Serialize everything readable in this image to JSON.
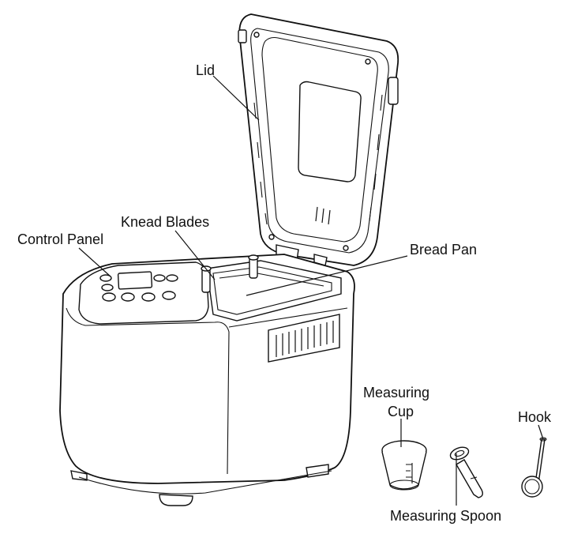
{
  "labels": {
    "lid": "Lid",
    "knead_blades": "Knead Blades",
    "control_panel": "Control Panel",
    "bread_pan": "Bread Pan",
    "measuring_cup_line1": "Measuring",
    "measuring_cup_line2": "Cup",
    "hook": "Hook",
    "measuring_spoon": "Measuring Spoon"
  },
  "colors": {
    "line": "#111111",
    "background": "#ffffff"
  }
}
